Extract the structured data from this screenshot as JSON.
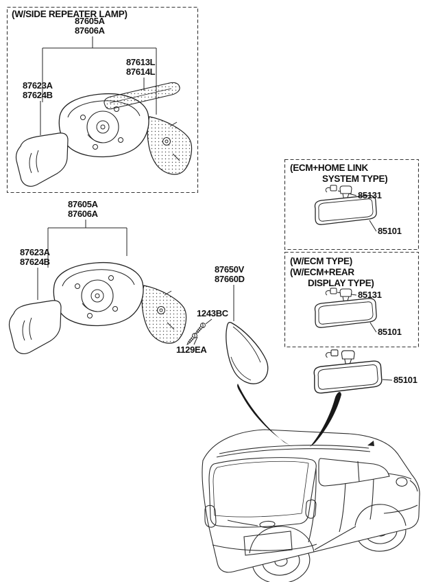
{
  "colors": {
    "ink": "#1a1a1a",
    "line": "#222222",
    "background": "#ffffff"
  },
  "box_side_repeater": {
    "title": "(W/SIDE REPEATER LAMP)",
    "mirror_assembly": {
      "line1": "87605A",
      "line2": "87606A"
    },
    "repeater_lamp": {
      "line1": "87613L",
      "line2": "87614L"
    },
    "mirror_glass": {
      "line1": "87623A",
      "line2": "87624B"
    }
  },
  "standard_assembly": {
    "mirror_assembly": {
      "line1": "87605A",
      "line2": "87606A"
    },
    "mirror_glass": {
      "line1": "87623A",
      "line2": "87624B"
    },
    "mirror_cover": {
      "line1": "87650V",
      "line2": "87660D"
    },
    "bolt_upper": "1243BC",
    "bolt_lower": "1129EA"
  },
  "box_ecm_homelink": {
    "title_line1": "(ECM+HOME LINK",
    "title_line2": "SYSTEM TYPE)",
    "wire_clip": "85131",
    "inside_mirror": "85101"
  },
  "box_ecm": {
    "title_line1": "(W/ECM TYPE)",
    "title_line2": "(W/ECM+REAR",
    "title_line3": "DISPLAY TYPE)",
    "wire_clip": "85131",
    "inside_mirror": "85101"
  },
  "standard_inside_mirror": {
    "label": "85101"
  }
}
